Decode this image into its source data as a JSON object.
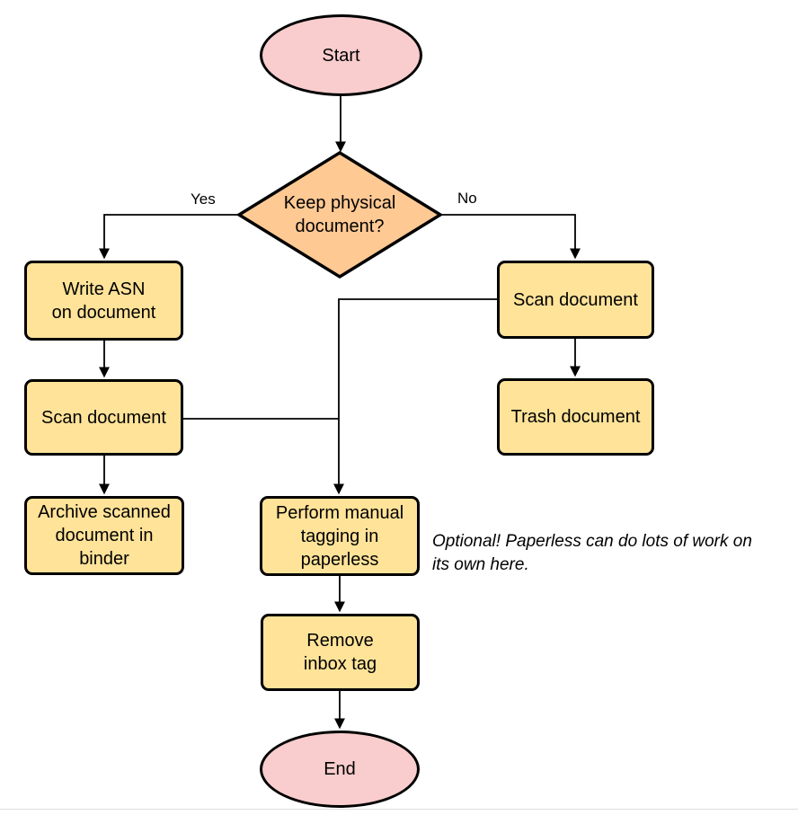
{
  "diagram": {
    "type": "flowchart",
    "nodes": {
      "start": {
        "shape": "ellipse",
        "label": "Start"
      },
      "decision": {
        "shape": "diamond",
        "label": "Keep physical\ndocument?"
      },
      "write_asn": {
        "shape": "rect",
        "label": "Write ASN\non document"
      },
      "scan_left": {
        "shape": "rect",
        "label": "Scan document"
      },
      "archive": {
        "shape": "rect",
        "label": "Archive scanned\ndocument in\nbinder"
      },
      "scan_right": {
        "shape": "rect",
        "label": "Scan document"
      },
      "trash": {
        "shape": "rect",
        "label": "Trash document"
      },
      "tagging": {
        "shape": "rect",
        "label": "Perform manual\ntagging in\npaperless"
      },
      "remove_inbox": {
        "shape": "rect",
        "label": "Remove\ninbox tag"
      },
      "end": {
        "shape": "ellipse",
        "label": "End"
      }
    },
    "edge_labels": {
      "yes": "Yes",
      "no": "No"
    },
    "edges": [
      "Start -> Keep physical document?",
      "Keep physical document? -(Yes)-> Write ASN on document",
      "Keep physical document? -(No)-> Scan document (right)",
      "Write ASN on document -> Scan document (left)",
      "Scan document (left) -> Archive scanned document in binder",
      "Scan document (left) -> Perform manual tagging in paperless",
      "Scan document (right) -> Trash document",
      "Scan document (right) -> Perform manual tagging in paperless",
      "Perform manual tagging in paperless -> Remove inbox tag",
      "Remove inbox tag -> End"
    ],
    "note": {
      "text": "Optional! Paperless can do lots of work on\nits own here."
    },
    "colors": {
      "process_fill": "#FFE399",
      "terminator_fill": "#F9CDCD",
      "decision_fill": "#FFC994",
      "stroke": "#000000"
    }
  }
}
